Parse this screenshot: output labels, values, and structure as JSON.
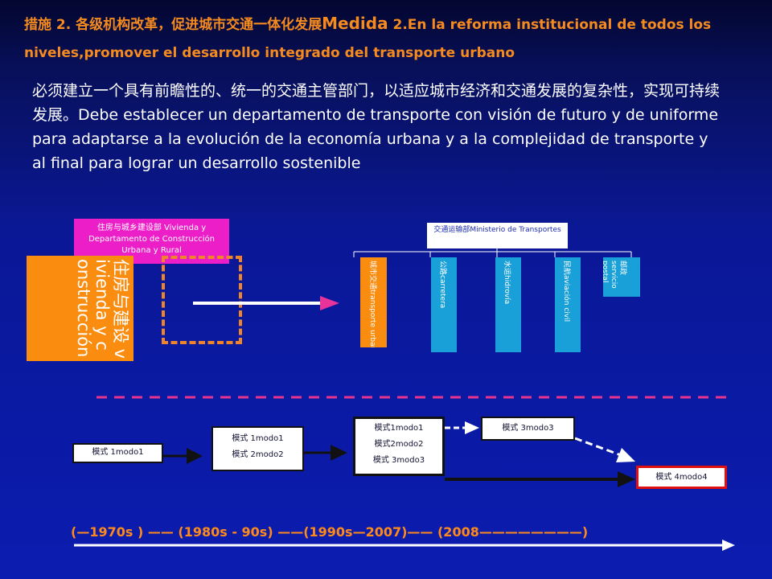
{
  "title": {
    "prefix": "措施 2. 各级机构改革，促进城市交通一体化发展",
    "bold": "Medida",
    "rest": " 2.En la reforma institucional de todos los niveles,promover el desarrollo integrado del transporte urbano"
  },
  "body": "必须建立一个具有前瞻性的、统一的交通主管部门，以适应城市经济和交通发展的复杂性，实现可持续发展。Debe establecer un departamento de transporte con visión de futuro y de uniforme para adaptarse a la evolución de la economía urbana y a la complejidad de transporte y al final para lograr un desarrollo sostenible",
  "org_left": {
    "box": "住房与城乡建设部 Vivienda y Departamento de Construcción Urbana y Rural",
    "vertical": "住房与建设 vivienda y construcción"
  },
  "org_right": {
    "parent": "交通运输部Ministerio de Transportes",
    "children": [
      {
        "label": "城市交通transporte urbano",
        "color": "#fa8c0f"
      },
      {
        "label": "公路carretera",
        "color": "#1aa0d8"
      },
      {
        "label": "水运hidrovía",
        "color": "#1aa0d8"
      },
      {
        "label": "民航aviación civil",
        "color": "#1aa0d8"
      },
      {
        "label": "邮政servicio postal",
        "color": "#1aa0d8"
      }
    ]
  },
  "modes": {
    "m1": [
      "模式 1modo1"
    ],
    "m2": [
      "模式 1modo1",
      "模式 2modo2"
    ],
    "m3": [
      "模式1modo1",
      "模式2modo2",
      "模式 3modo3"
    ],
    "m3b": [
      "模式 3modo3"
    ],
    "m4": [
      "模式 4modo4"
    ]
  },
  "timeline": "(—1970s ) —— (1980s - 90s) ——(1990s—2007)—— (2008————————)",
  "colors": {
    "accent": "#f58a1f",
    "pink": "#ec1ec8",
    "orange": "#fa8c0f",
    "cyan": "#1aa0d8",
    "red": "#e01010"
  }
}
